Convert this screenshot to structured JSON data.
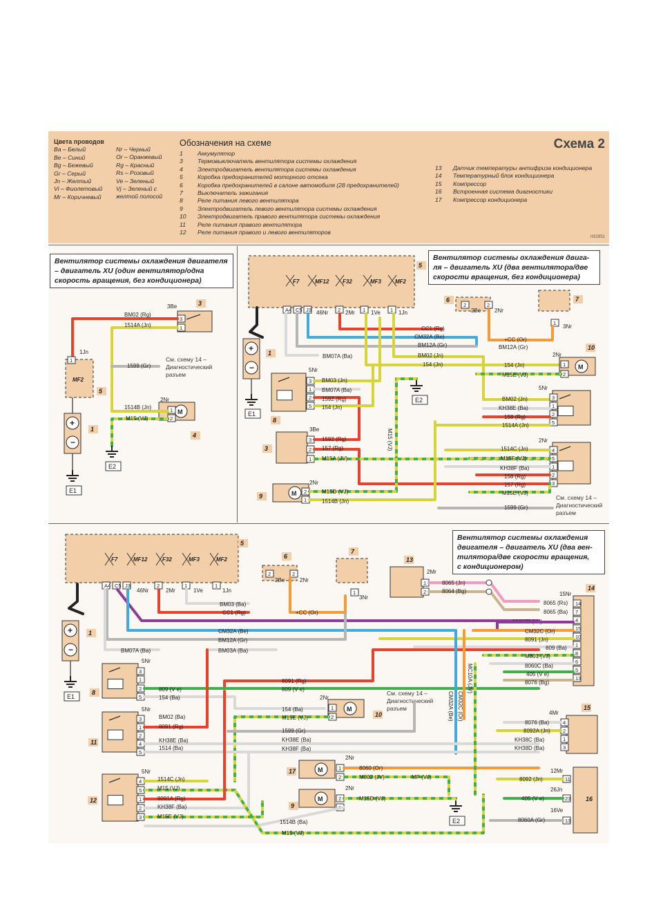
{
  "legend": {
    "wire_colors_title": "Цвета проводов",
    "wire_colors_left": [
      "Ba – Белый",
      "Be – Синий",
      "Bg – Бежевый",
      "Gr – Серый",
      "Jn – Желтый",
      "Vi – Фиолетовый",
      "Mr – Коричневый"
    ],
    "wire_colors_right": [
      "Nr – Черный",
      "Or – Оранжевый",
      "Rg – Красный",
      "Rs – Розовый",
      "Ve – Зеленый",
      "Vj – Зеленый с",
      "желтой полосой"
    ],
    "designations_title": "Обозначения на схеме",
    "designations": [
      {
        "n": "1",
        "t": "Аккумулятор"
      },
      {
        "n": "3",
        "t": "Термовыключатель вентилятора системы охлаждения"
      },
      {
        "n": "4",
        "t": "Электродвигатель вентилятора системы охлаждения"
      },
      {
        "n": "5",
        "t": "Коробка предохранителей моторного отсека"
      },
      {
        "n": "6",
        "t": "Коробка предохранителей в салоне автомобиля (28 предохранителей)"
      },
      {
        "n": "7",
        "t": "Выключатель зажигания"
      },
      {
        "n": "8",
        "t": "Реле питания левого вентилятора"
      },
      {
        "n": "9",
        "t": "Электродвигатель левого вентилятора системы охлаждения"
      },
      {
        "n": "10",
        "t": "Электродвигатель правого вентилятора системы охлаждения"
      },
      {
        "n": "11",
        "t": "Реле питания правого вентилятора"
      },
      {
        "n": "12",
        "t": "Реле питания правого и левого вентиляторов"
      }
    ],
    "designations_right": [
      {
        "n": "13",
        "t": "Датчик температуры антифриза кондиционера"
      },
      {
        "n": "14",
        "t": "Температурный блок кондиционера"
      },
      {
        "n": "15",
        "t": "Компрессор"
      },
      {
        "n": "16",
        "t": "Встроенная система диагностики"
      },
      {
        "n": "17",
        "t": "Компрессор кондиционера"
      }
    ],
    "scheme_label": "Схема 2",
    "code": "H32851"
  },
  "panels": {
    "top_left_title": "Вентилятор системы охлаждения двигателя – двигатель XU (один вентилятор/одна скорость вращения, без кондиционера)",
    "top_left_title_lines": [
      "Вентилятор системы охлаждения двигателя",
      "– двигатель XU (один вентилятор/одна",
      "скорость вращения, без кондиционера)"
    ],
    "top_right_title_lines": [
      "Вентилятор системы охлаждения двига-",
      "ля – двигатель XU (два вентилятора/две",
      "скорости вращения, без кондиционера)"
    ],
    "bottom_title_lines": [
      "Вентилятор системы охлаждения",
      "двигателя – двигатель XU (два вен-",
      "тилятора/две скорости вращения,",
      "с кондиционером)"
    ],
    "note_see14": [
      "См. схему 14 –",
      "Диагностический",
      "разъем"
    ]
  },
  "colors": {
    "Rg": "#e8412c",
    "Jn": "#d6d43a",
    "Vj": "#6bbf3a",
    "Be": "#3fa9e0",
    "Gr": "#b5b5b5",
    "Ba": "#d9d9d9",
    "Or": "#f39a3b",
    "Vi": "#8e3a96",
    "Rs": "#f49ac1",
    "Bg": "#c9b38f",
    "Ve": "#3fb04a",
    "Nr": "#222222",
    "component_fill": "#f3cfa9"
  },
  "tl": {
    "labels": [
      "3Be",
      "3",
      "1",
      "BM02 (Rg)",
      "1514A (Jn)",
      "1Jn",
      "1",
      "MF2",
      "5",
      "1599 (Gr)",
      "2Nr",
      "1514B (Jn)",
      "M15 (VJ)",
      "1",
      "2",
      "4",
      "1",
      "E2",
      "E1"
    ]
  },
  "tr": {
    "fuses": [
      "F7",
      "MF12",
      "F32",
      "MF3",
      "MF2"
    ],
    "pins": [
      "A4",
      "C5",
      "J3",
      "46Nr",
      "2",
      "2Mr",
      "1",
      "1Ve",
      "1",
      "1Jn"
    ],
    "wires": [
      "CC1 (Rg)",
      "CM32A (Be)",
      "BM12A (Gr)",
      "BM02 (Jn)",
      "154 (Jn)",
      "BM07A (Ba)",
      "BM03 (Jn)",
      "BM07A (Ba)",
      "1592 (Rg)",
      "154 (Jn)",
      "M15 (VJ)",
      "1592 (Rg)",
      "157 (Rg)",
      "M15A (JV)",
      "M15D (VJ)",
      "1514B (Jn)",
      "+CC (Or)",
      "BM12A (Gr)",
      "154 (Jn)",
      "M15E (VJ)",
      "BM02 (Jn)",
      "KH38E (Ba)",
      "158 (Rg)",
      "1514A (Jn)",
      "1514C (Jn)",
      "M15F (VJ)",
      "KH38F (Ba)",
      "158 (Rg)",
      "157 (Rg)",
      "M15E (VJ)",
      "1599 (Gr)"
    ],
    "comp_labels": [
      "5",
      "6",
      "7",
      "1",
      "8",
      "3",
      "9",
      "10",
      "2Be",
      "2Nr",
      "3Nr",
      "5Nr",
      "3Be",
      "2Nr",
      "5Nr",
      "2Nr",
      "E2",
      "E1"
    ]
  },
  "bottom": {
    "fuses": [
      "F7",
      "MF12",
      "F32",
      "MF3",
      "MF2"
    ],
    "pins": [
      "A4",
      "C5",
      "J3",
      "46Nr",
      "2",
      "2Mr",
      "1",
      "1Ve",
      "1",
      "1Jn"
    ],
    "wires": [
      "BM03 (Ba)",
      "CC1 (Rg)",
      "BM07B (V i)",
      "CM32A (Be)",
      "BM12A (Gr)",
      "BM07A (Ba)",
      "BM03A (Ba)",
      "8091 (Rg)",
      "809 (V e)",
      "809 (V e)",
      "154 (Ba)",
      "BM02 (Ba)",
      "8091 (Rg)",
      "KH38E (Ba)",
      "1514 (Ba)",
      "154 (Ba)",
      "M15E (VJ)",
      "1599 (Gr)",
      "KH38E (Ba)",
      "KH38F (Ba)",
      "1514C (Jn)",
      "M15 (VJ)",
      "8091A (Rg)",
      "KH38F (Ba)",
      "M15E (VJ)",
      "8060 (Or)",
      "M802 (JV)",
      "MP (VJ)",
      "M15D (VJ)",
      "1514B (Ba)",
      "M15 (VJ)",
      "+CC (Or)",
      "8065 (Jn)",
      "8064 (Bg)",
      "8065 (Rs)",
      "8065 (Ba)",
      "CM32C (Or)",
      "8091 (Jn)",
      "809 (Ba)",
      "M801 (VJ)",
      "8060C (Ba)",
      "405 (V e)",
      "8076 (Bg)",
      "8076 (Ba)",
      "8092A (Jn)",
      "KH38C (Ba)",
      "KH38D (Ba)",
      "8092 (Jn)",
      "405 (V e)",
      "8060A (Gr)",
      "CM32A (Be)",
      "CM32C (Or)",
      "MC10A (JV)"
    ],
    "comp_labels": [
      "5",
      "6",
      "7",
      "13",
      "14",
      "1",
      "8",
      "10",
      "11",
      "12",
      "9",
      "15",
      "16",
      "17",
      "15Nr",
      "5Nr",
      "5Nr",
      "5Nr",
      "2Nr",
      "2Nr",
      "2Nr",
      "4Mr",
      "12Mr",
      "26Jn",
      "16Ve",
      "2Mr",
      "3Nr",
      "2Be",
      "2Nr",
      "E2",
      "E1"
    ]
  }
}
